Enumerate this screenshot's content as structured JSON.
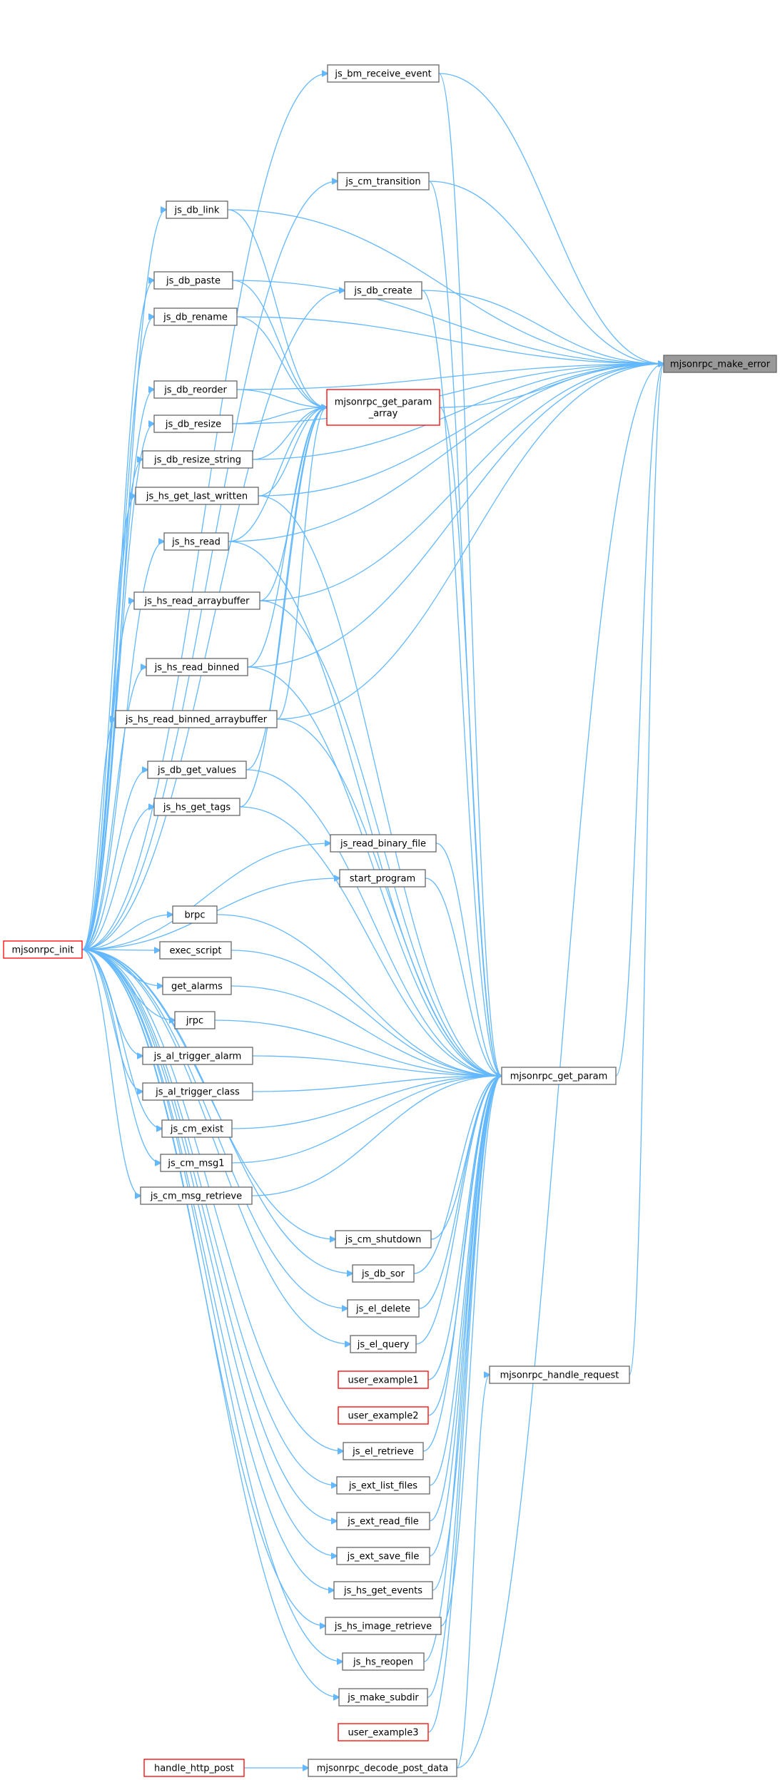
{
  "graph": {
    "colors": {
      "edge": "#63b8ff",
      "node_border": "#666666",
      "root_fill": "#999999",
      "highlight_border": "#ff0000"
    },
    "root": "mjsonrpc_make_error",
    "nodes": [
      {
        "id": "make_error",
        "label": [
          "mjsonrpc_make_error"
        ],
        "style": "root"
      },
      {
        "id": "get_param_array",
        "label": [
          "mjsonrpc_get_param",
          "_array"
        ],
        "style": "red"
      },
      {
        "id": "get_param",
        "label": [
          "mjsonrpc_get_param"
        ],
        "style": "normal"
      },
      {
        "id": "handle_request",
        "label": [
          "mjsonrpc_handle_request"
        ],
        "style": "normal"
      },
      {
        "id": "init",
        "label": [
          "mjsonrpc_init"
        ],
        "style": "red"
      },
      {
        "id": "decode_post_data",
        "label": [
          "mjsonrpc_decode_post_data"
        ],
        "style": "normal"
      },
      {
        "id": "handle_http_post",
        "label": [
          "handle_http_post"
        ],
        "style": "red"
      },
      {
        "id": "js_bm_receive_event",
        "label": [
          "js_bm_receive_event"
        ],
        "style": "normal"
      },
      {
        "id": "js_cm_transition",
        "label": [
          "js_cm_transition"
        ],
        "style": "normal"
      },
      {
        "id": "js_db_link",
        "label": [
          "js_db_link"
        ],
        "style": "normal"
      },
      {
        "id": "js_db_paste",
        "label": [
          "js_db_paste"
        ],
        "style": "normal"
      },
      {
        "id": "js_db_create",
        "label": [
          "js_db_create"
        ],
        "style": "normal"
      },
      {
        "id": "js_db_rename",
        "label": [
          "js_db_rename"
        ],
        "style": "normal"
      },
      {
        "id": "js_db_reorder",
        "label": [
          "js_db_reorder"
        ],
        "style": "normal"
      },
      {
        "id": "js_db_resize",
        "label": [
          "js_db_resize"
        ],
        "style": "normal"
      },
      {
        "id": "js_db_resize_string",
        "label": [
          "js_db_resize_string"
        ],
        "style": "normal"
      },
      {
        "id": "js_hs_get_last_written",
        "label": [
          "js_hs_get_last_written"
        ],
        "style": "normal"
      },
      {
        "id": "js_hs_read",
        "label": [
          "js_hs_read"
        ],
        "style": "normal"
      },
      {
        "id": "js_hs_read_arraybuffer",
        "label": [
          "js_hs_read_arraybuffer"
        ],
        "style": "normal"
      },
      {
        "id": "js_hs_read_binned",
        "label": [
          "js_hs_read_binned"
        ],
        "style": "normal"
      },
      {
        "id": "js_hs_read_binned_arraybuffer",
        "label": [
          "js_hs_read_binned_arraybuffer"
        ],
        "style": "normal"
      },
      {
        "id": "js_db_get_values",
        "label": [
          "js_db_get_values"
        ],
        "style": "normal"
      },
      {
        "id": "js_hs_get_tags",
        "label": [
          "js_hs_get_tags"
        ],
        "style": "normal"
      },
      {
        "id": "js_read_binary_file",
        "label": [
          "js_read_binary_file"
        ],
        "style": "normal"
      },
      {
        "id": "start_program",
        "label": [
          "start_program"
        ],
        "style": "normal"
      },
      {
        "id": "brpc",
        "label": [
          "brpc"
        ],
        "style": "normal"
      },
      {
        "id": "exec_script",
        "label": [
          "exec_script"
        ],
        "style": "normal"
      },
      {
        "id": "get_alarms",
        "label": [
          "get_alarms"
        ],
        "style": "normal"
      },
      {
        "id": "jrpc",
        "label": [
          "jrpc"
        ],
        "style": "normal"
      },
      {
        "id": "js_al_trigger_alarm",
        "label": [
          "js_al_trigger_alarm"
        ],
        "style": "normal"
      },
      {
        "id": "js_al_trigger_class",
        "label": [
          "js_al_trigger_class"
        ],
        "style": "normal"
      },
      {
        "id": "js_cm_exist",
        "label": [
          "js_cm_exist"
        ],
        "style": "normal"
      },
      {
        "id": "js_cm_msg1",
        "label": [
          "js_cm_msg1"
        ],
        "style": "normal"
      },
      {
        "id": "js_cm_msg_retrieve",
        "label": [
          "js_cm_msg_retrieve"
        ],
        "style": "normal"
      },
      {
        "id": "js_cm_shutdown",
        "label": [
          "js_cm_shutdown"
        ],
        "style": "normal"
      },
      {
        "id": "js_db_sor",
        "label": [
          "js_db_sor"
        ],
        "style": "normal"
      },
      {
        "id": "js_el_delete",
        "label": [
          "js_el_delete"
        ],
        "style": "normal"
      },
      {
        "id": "js_el_query",
        "label": [
          "js_el_query"
        ],
        "style": "normal"
      },
      {
        "id": "user_example1",
        "label": [
          "user_example1"
        ],
        "style": "red"
      },
      {
        "id": "user_example2",
        "label": [
          "user_example2"
        ],
        "style": "red"
      },
      {
        "id": "js_el_retrieve",
        "label": [
          "js_el_retrieve"
        ],
        "style": "normal"
      },
      {
        "id": "js_ext_list_files",
        "label": [
          "js_ext_list_files"
        ],
        "style": "normal"
      },
      {
        "id": "js_ext_read_file",
        "label": [
          "js_ext_read_file"
        ],
        "style": "normal"
      },
      {
        "id": "js_ext_save_file",
        "label": [
          "js_ext_save_file"
        ],
        "style": "normal"
      },
      {
        "id": "js_hs_get_events",
        "label": [
          "js_hs_get_events"
        ],
        "style": "normal"
      },
      {
        "id": "js_hs_image_retrieve",
        "label": [
          "js_hs_image_retrieve"
        ],
        "style": "normal"
      },
      {
        "id": "js_hs_reopen",
        "label": [
          "js_hs_reopen"
        ],
        "style": "normal"
      },
      {
        "id": "js_make_subdir",
        "label": [
          "js_make_subdir"
        ],
        "style": "normal"
      },
      {
        "id": "user_example3",
        "label": [
          "user_example3"
        ],
        "style": "red"
      }
    ],
    "edges": [
      [
        "get_param_array",
        "make_error"
      ],
      [
        "get_param",
        "make_error"
      ],
      [
        "handle_request",
        "make_error"
      ],
      [
        "decode_post_data",
        "make_error"
      ],
      [
        "handle_http_post",
        "decode_post_data"
      ],
      [
        "decode_post_data",
        "handle_request"
      ],
      [
        "js_bm_receive_event",
        "make_error"
      ],
      [
        "js_cm_transition",
        "make_error"
      ],
      [
        "js_db_create",
        "make_error"
      ],
      [
        "js_db_link",
        "make_error"
      ],
      [
        "js_db_paste",
        "make_error"
      ],
      [
        "js_db_rename",
        "make_error"
      ],
      [
        "js_db_reorder",
        "make_error"
      ],
      [
        "js_db_resize",
        "make_error"
      ],
      [
        "js_db_resize_string",
        "make_error"
      ],
      [
        "js_hs_get_last_written",
        "make_error"
      ],
      [
        "js_hs_read",
        "make_error"
      ],
      [
        "js_hs_read_arraybuffer",
        "make_error"
      ],
      [
        "js_hs_read_binned",
        "make_error"
      ],
      [
        "js_hs_read_binned_arraybuffer",
        "make_error"
      ],
      [
        "js_db_link",
        "get_param_array"
      ],
      [
        "js_db_paste",
        "get_param_array"
      ],
      [
        "js_db_rename",
        "get_param_array"
      ],
      [
        "js_db_reorder",
        "get_param_array"
      ],
      [
        "js_db_resize",
        "get_param_array"
      ],
      [
        "js_db_resize_string",
        "get_param_array"
      ],
      [
        "js_hs_get_last_written",
        "get_param_array"
      ],
      [
        "js_hs_read",
        "get_param_array"
      ],
      [
        "js_hs_read_arraybuffer",
        "get_param_array"
      ],
      [
        "js_hs_read_binned",
        "get_param_array"
      ],
      [
        "js_hs_read_binned_arraybuffer",
        "get_param_array"
      ],
      [
        "js_db_get_values",
        "get_param_array"
      ],
      [
        "js_hs_get_tags",
        "get_param_array"
      ],
      [
        "js_bm_receive_event",
        "get_param"
      ],
      [
        "js_cm_transition",
        "get_param"
      ],
      [
        "js_db_create",
        "get_param"
      ],
      [
        "get_param_array",
        "get_param"
      ],
      [
        "js_hs_get_last_written",
        "get_param"
      ],
      [
        "js_hs_read",
        "get_param"
      ],
      [
        "js_hs_read_arraybuffer",
        "get_param"
      ],
      [
        "js_hs_read_binned",
        "get_param"
      ],
      [
        "js_hs_read_binned_arraybuffer",
        "get_param"
      ],
      [
        "js_db_get_values",
        "get_param"
      ],
      [
        "js_hs_get_tags",
        "get_param"
      ],
      [
        "js_read_binary_file",
        "get_param"
      ],
      [
        "start_program",
        "get_param"
      ],
      [
        "brpc",
        "get_param"
      ],
      [
        "exec_script",
        "get_param"
      ],
      [
        "get_alarms",
        "get_param"
      ],
      [
        "jrpc",
        "get_param"
      ],
      [
        "js_al_trigger_alarm",
        "get_param"
      ],
      [
        "js_al_trigger_class",
        "get_param"
      ],
      [
        "js_cm_exist",
        "get_param"
      ],
      [
        "js_cm_msg1",
        "get_param"
      ],
      [
        "js_cm_msg_retrieve",
        "get_param"
      ],
      [
        "js_cm_shutdown",
        "get_param"
      ],
      [
        "js_db_sor",
        "get_param"
      ],
      [
        "js_el_delete",
        "get_param"
      ],
      [
        "js_el_query",
        "get_param"
      ],
      [
        "user_example1",
        "get_param"
      ],
      [
        "user_example2",
        "get_param"
      ],
      [
        "js_el_retrieve",
        "get_param"
      ],
      [
        "js_ext_list_files",
        "get_param"
      ],
      [
        "js_ext_read_file",
        "get_param"
      ],
      [
        "js_ext_save_file",
        "get_param"
      ],
      [
        "js_hs_get_events",
        "get_param"
      ],
      [
        "js_hs_image_retrieve",
        "get_param"
      ],
      [
        "js_hs_reopen",
        "get_param"
      ],
      [
        "js_make_subdir",
        "get_param"
      ],
      [
        "user_example3",
        "get_param"
      ],
      [
        "init",
        "js_bm_receive_event"
      ],
      [
        "init",
        "js_cm_transition"
      ],
      [
        "init",
        "js_db_link"
      ],
      [
        "init",
        "js_db_paste"
      ],
      [
        "init",
        "js_db_create"
      ],
      [
        "init",
        "js_db_rename"
      ],
      [
        "init",
        "js_db_reorder"
      ],
      [
        "init",
        "js_db_resize"
      ],
      [
        "init",
        "js_db_resize_string"
      ],
      [
        "init",
        "js_hs_get_last_written"
      ],
      [
        "init",
        "js_hs_read"
      ],
      [
        "init",
        "js_hs_read_arraybuffer"
      ],
      [
        "init",
        "js_hs_read_binned"
      ],
      [
        "init",
        "js_hs_read_binned_arraybuffer"
      ],
      [
        "init",
        "js_db_get_values"
      ],
      [
        "init",
        "js_hs_get_tags"
      ],
      [
        "init",
        "js_read_binary_file"
      ],
      [
        "init",
        "start_program"
      ],
      [
        "init",
        "brpc"
      ],
      [
        "init",
        "exec_script"
      ],
      [
        "init",
        "get_alarms"
      ],
      [
        "init",
        "jrpc"
      ],
      [
        "init",
        "js_al_trigger_alarm"
      ],
      [
        "init",
        "js_al_trigger_class"
      ],
      [
        "init",
        "js_cm_exist"
      ],
      [
        "init",
        "js_cm_msg1"
      ],
      [
        "init",
        "js_cm_msg_retrieve"
      ],
      [
        "init",
        "js_cm_shutdown"
      ],
      [
        "init",
        "js_db_sor"
      ],
      [
        "init",
        "js_el_delete"
      ],
      [
        "init",
        "js_el_query"
      ],
      [
        "init",
        "js_el_retrieve"
      ],
      [
        "init",
        "js_ext_list_files"
      ],
      [
        "init",
        "js_ext_read_file"
      ],
      [
        "init",
        "js_ext_save_file"
      ],
      [
        "init",
        "js_hs_get_events"
      ],
      [
        "init",
        "js_hs_image_retrieve"
      ],
      [
        "init",
        "js_hs_reopen"
      ],
      [
        "init",
        "js_make_subdir"
      ]
    ]
  }
}
